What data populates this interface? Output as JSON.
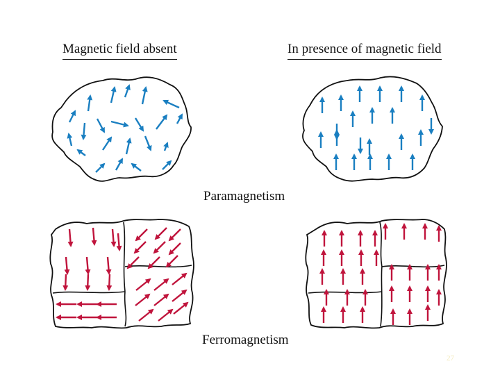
{
  "headings": {
    "left": "Magnetic field absent",
    "right": "In presence of magnetic field"
  },
  "captions": {
    "paramagnetism": "Paramagnetism",
    "ferromagnetism": "Ferromagnetism"
  },
  "page_number": "27",
  "colors": {
    "paramagnetic_arrow": "#1a7fc1",
    "ferromagnetic_arrow": "#c0143c",
    "outline": "#111111"
  }
}
